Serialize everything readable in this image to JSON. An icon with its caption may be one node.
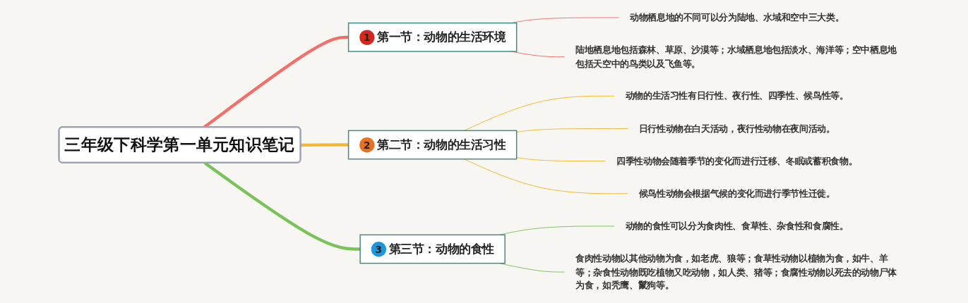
{
  "diagram": {
    "nodes": [
      {
        "text": [
          "三年级下科学第一单元知识笔记"
        ]
      },
      {
        "text": [
          "1",
          "第一节：动物的生活环境"
        ]
      },
      {
        "text": [
          "动物栖息地的不同可以分为陆地、水域和空中三大类。"
        ]
      },
      {
        "text": [
          "陆地栖息地包括森林、草原、沙漠等；水域栖息地包括淡水、海洋等；空中栖息地包括天空中的鸟类以及飞鱼等。"
        ]
      },
      {
        "text": [
          "2",
          "第二节：动物的生活习性"
        ]
      },
      {
        "text": [
          "动物的生活习性有日行性、夜行性、四季性、候鸟性等。"
        ]
      },
      {
        "text": [
          "日行性动物在白天活动，夜行性动物在夜间活动。"
        ]
      },
      {
        "text": [
          "四季性动物会随着季节的变化而进行迁移、冬眠或蓄积食物。"
        ]
      },
      {
        "text": [
          "候鸟性动物会根据气候的变化而进行季节性迁徙。"
        ]
      },
      {
        "text": [
          "3",
          "第三节：动物的食性"
        ]
      },
      {
        "text": [
          "动物的食性可以分为食肉性、食草性、杂食性和食腐性。"
        ]
      },
      {
        "text": [
          "食肉性动物以其他动物为食，如老虎、狼等；食草性动物以植物为食，如牛、羊等；杂食性动物既吃植物又吃动物，如人类、猪等；食腐性动物以死去的动物尸体为食，如秃鹰、鬣狗等。"
        ]
      }
    ],
    "edges": [
      {
        "from": 0,
        "to": 1,
        "arrow": "none",
        "style": "thick",
        "color": "#f3706a"
      },
      {
        "from": 1,
        "to": 2,
        "arrow": "none",
        "color": "#f3706a"
      },
      {
        "from": 1,
        "to": 3,
        "arrow": "none",
        "color": "#f3706a"
      },
      {
        "from": 0,
        "to": 4,
        "arrow": "none",
        "style": "thick",
        "color": "#f5b82a"
      },
      {
        "from": 4,
        "to": 5,
        "arrow": "none",
        "color": "#f5b82a"
      },
      {
        "from": 4,
        "to": 6,
        "arrow": "none",
        "color": "#f5b82a"
      },
      {
        "from": 4,
        "to": 7,
        "arrow": "none",
        "color": "#f5b82a"
      },
      {
        "from": 4,
        "to": 8,
        "arrow": "none",
        "color": "#f5b82a"
      },
      {
        "from": 0,
        "to": 9,
        "arrow": "none",
        "style": "thick",
        "color": "#7ac35a"
      },
      {
        "from": 9,
        "to": 10,
        "arrow": "none",
        "color": "#7ac35a"
      },
      {
        "from": 9,
        "to": 11,
        "arrow": "none",
        "color": "#7ac35a"
      }
    ]
  }
}
